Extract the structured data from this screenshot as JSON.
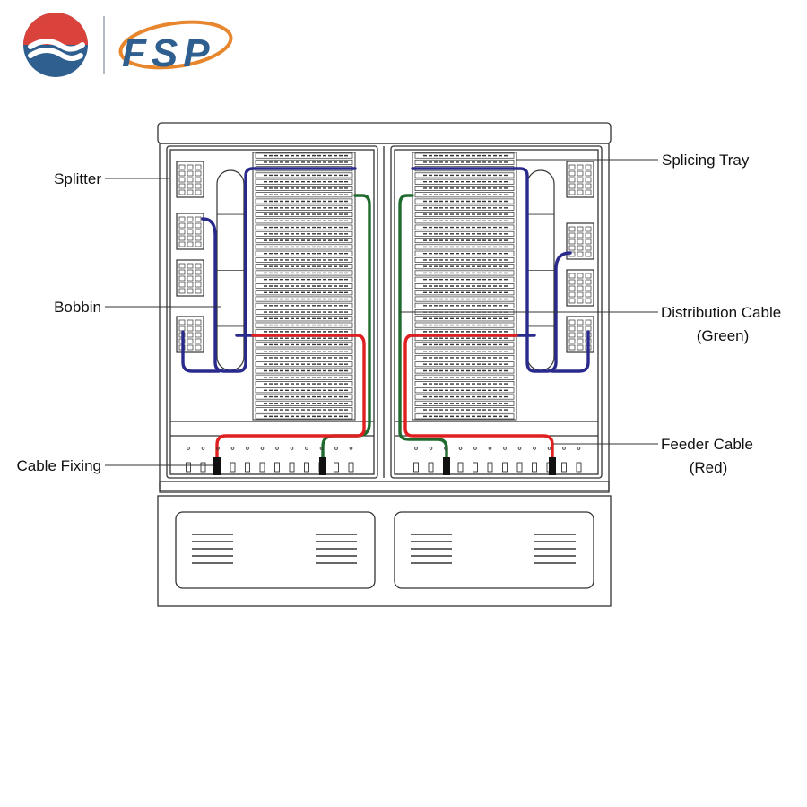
{
  "logo": {
    "text": "FSP",
    "colors": {
      "red": "#d9433b",
      "blue": "#2f5f8f",
      "orange": "#e8862e"
    }
  },
  "labels": {
    "splitter": "Splitter",
    "bobbin": "Bobbin",
    "cable_fixing": "Cable Fixing",
    "splicing_tray": "Splicing Tray",
    "distribution_cable_1": "Distribution Cable",
    "distribution_cable_2": "(Green)",
    "feeder_cable_1": "Feeder Cable",
    "feeder_cable_2": "(Red)"
  },
  "colors": {
    "line": "#333333",
    "bobbin_cable": "#2a2a8c",
    "distribution_cable": "#1f6b2e",
    "feeder_cable": "#e02020",
    "clamp": "#111111"
  },
  "counts": {
    "trays_per_stack": 41,
    "splitter_modules_per_side": 4,
    "vent_slats": 5
  }
}
